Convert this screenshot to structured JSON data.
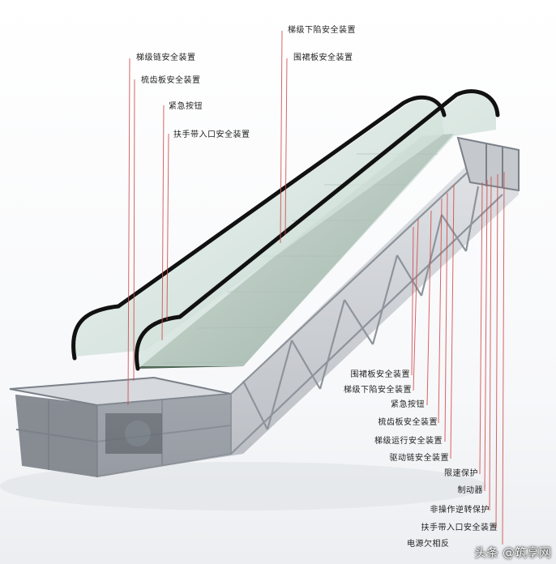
{
  "diagram": {
    "top_labels": [
      {
        "id": "step-sag-device-top",
        "text": "梯级下陷安全装置"
      },
      {
        "id": "step-chain-safety",
        "text": "梯级链安全装置"
      },
      {
        "id": "skirt-panel-top",
        "text": "围裙板安全装置"
      },
      {
        "id": "comb-plate-safety",
        "text": "梳齿板安全装置"
      },
      {
        "id": "emergency-stop-top",
        "text": "紧急按钮"
      },
      {
        "id": "handrail-entry-top",
        "text": "扶手带入口安全装置"
      }
    ],
    "bottom_labels": [
      {
        "id": "skirt-panel-bottom",
        "text": "围裙板安全装置"
      },
      {
        "id": "step-sag-bottom",
        "text": "梯级下陷安全装置"
      },
      {
        "id": "emergency-stop-bottom",
        "text": "紧急按钮"
      },
      {
        "id": "comb-plate-bottom",
        "text": "梳齿板安全装置"
      },
      {
        "id": "step-run-safety",
        "text": "梯级运行安全装置"
      },
      {
        "id": "drive-chain-safety",
        "text": "驱动链安全装置"
      },
      {
        "id": "overspeed-protection",
        "text": "限速保护"
      },
      {
        "id": "brake",
        "text": "制动器"
      },
      {
        "id": "non-operational-reversal",
        "text": "非操作逆转保护"
      },
      {
        "id": "handrail-entry-bottom",
        "text": "扶手带入口安全装置"
      },
      {
        "id": "power-phase-protection",
        "text": "电源欠相反"
      }
    ]
  },
  "watermark": {
    "text": "头条 @筑享网"
  },
  "colors": {
    "leader_line": "#d24a4a",
    "truss": "#9aa0a8",
    "handrail": "#111111",
    "glass": "#cfe2dc",
    "steps": "#4a6a52"
  }
}
